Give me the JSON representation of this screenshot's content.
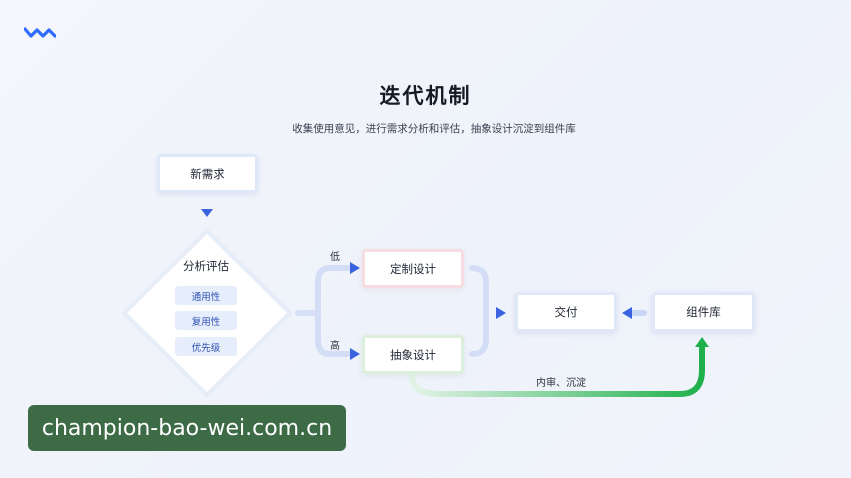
{
  "header": {
    "title": "迭代机制",
    "subtitle": "收集使用意见，进行需求分析和评估，抽象设计沉淀到组件库"
  },
  "nodes": {
    "new_request": "新需求",
    "analysis": "分析评估",
    "custom_design": "定制设计",
    "abstract_design": "抽象设计",
    "delivery": "交付",
    "component_library": "组件库"
  },
  "criteria": [
    "通用性",
    "复用性",
    "优先级"
  ],
  "branch_labels": {
    "low": "低",
    "high": "高",
    "review": "内审、沉淀"
  },
  "watermark": "champion-bao-wei.com.cn",
  "colors": {
    "accent_blue": "#3b63e0",
    "accent_green": "#1fb04c",
    "watermark_bg": "#3c6b45"
  }
}
